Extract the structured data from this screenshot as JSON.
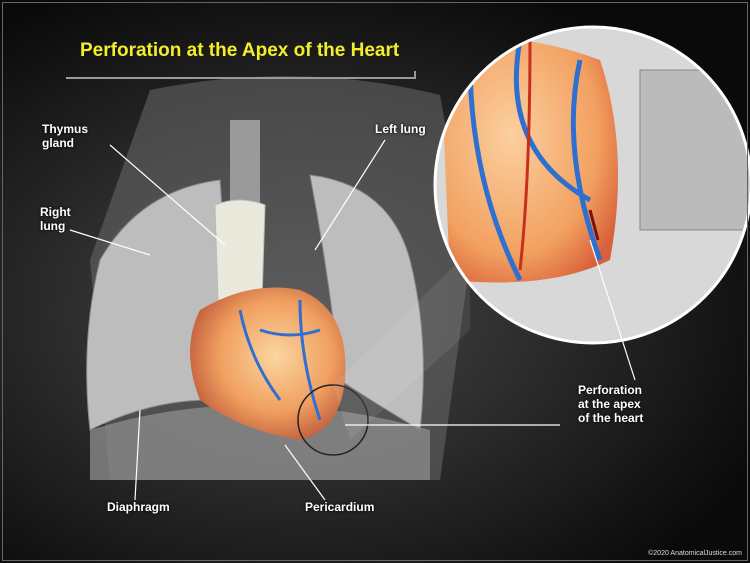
{
  "title": "Perforation at the Apex of the Heart",
  "labels": {
    "thymus": "Thymus\ngland",
    "left_lung": "Left lung",
    "right_lung": "Right\nlung",
    "perforation": "Perforation\nat the apex\nof the heart",
    "diaphragm": "Diaphragm",
    "pericardium": "Pericardium"
  },
  "copyright": "©2020 AnatomicalJustice.com",
  "colors": {
    "title": "#f2ee2a",
    "vein": "#2f6fd0",
    "heart": "#f0a060",
    "artery": "#c8301e"
  }
}
